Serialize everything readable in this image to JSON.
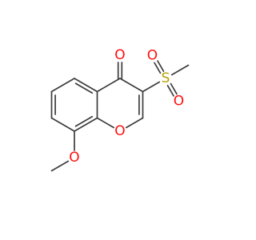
{
  "molecule": {
    "atoms": [
      {
        "id": "a1",
        "element": "O",
        "label": "O",
        "color": "#ff0d0d"
      },
      {
        "id": "a2",
        "element": "C",
        "label": ""
      },
      {
        "id": "a3",
        "element": "C",
        "label": ""
      },
      {
        "id": "a4",
        "element": "S",
        "label": "S",
        "color": "#b5a000"
      },
      {
        "id": "a5",
        "element": "O",
        "label": "O",
        "color": "#ff0d0d"
      },
      {
        "id": "a6",
        "element": "O",
        "label": "O",
        "color": "#ff0d0d"
      },
      {
        "id": "a7",
        "element": "C",
        "label": ""
      },
      {
        "id": "a8",
        "element": "C",
        "label": ""
      },
      {
        "id": "a9",
        "element": "O",
        "label": "O",
        "color": "#ff0d0d"
      },
      {
        "id": "a10",
        "element": "C",
        "label": ""
      },
      {
        "id": "a11",
        "element": "O",
        "label": "O",
        "color": "#ff0d0d"
      },
      {
        "id": "a12",
        "element": "C",
        "label": ""
      },
      {
        "id": "a13",
        "element": "C",
        "label": ""
      },
      {
        "id": "a14",
        "element": "C",
        "label": ""
      },
      {
        "id": "a15",
        "element": "C",
        "label": ""
      },
      {
        "id": "a16",
        "element": "C",
        "label": ""
      }
    ],
    "bonds": [
      {
        "from": "a1",
        "to": "a2",
        "order": 2
      },
      {
        "from": "a2",
        "to": "a3",
        "order": 1
      },
      {
        "from": "a3",
        "to": "a4",
        "order": 1
      },
      {
        "from": "a4",
        "to": "a5",
        "order": 2
      },
      {
        "from": "a4",
        "to": "a6",
        "order": 2
      },
      {
        "from": "a4",
        "to": "a7",
        "order": 1
      },
      {
        "from": "a3",
        "to": "a8",
        "order": 2
      },
      {
        "from": "a8",
        "to": "a9",
        "order": 1
      },
      {
        "from": "a9",
        "to": "a10",
        "order": 1
      },
      {
        "from": "a10",
        "to": "a11",
        "order": 1
      },
      {
        "from": "a11",
        "to": "a12",
        "order": 1
      },
      {
        "from": "a10",
        "to": "a13",
        "order": 2
      },
      {
        "from": "a13",
        "to": "a14",
        "order": 1
      },
      {
        "from": "a14",
        "to": "a15",
        "order": 2
      },
      {
        "from": "a15",
        "to": "a16",
        "order": 1
      },
      {
        "from": "a16",
        "to": "a2",
        "order": 1
      },
      {
        "from": "a16",
        "to": "a10",
        "order": 1
      },
      {
        "from": "a16",
        "to": "a15",
        "order": 2
      }
    ]
  }
}
